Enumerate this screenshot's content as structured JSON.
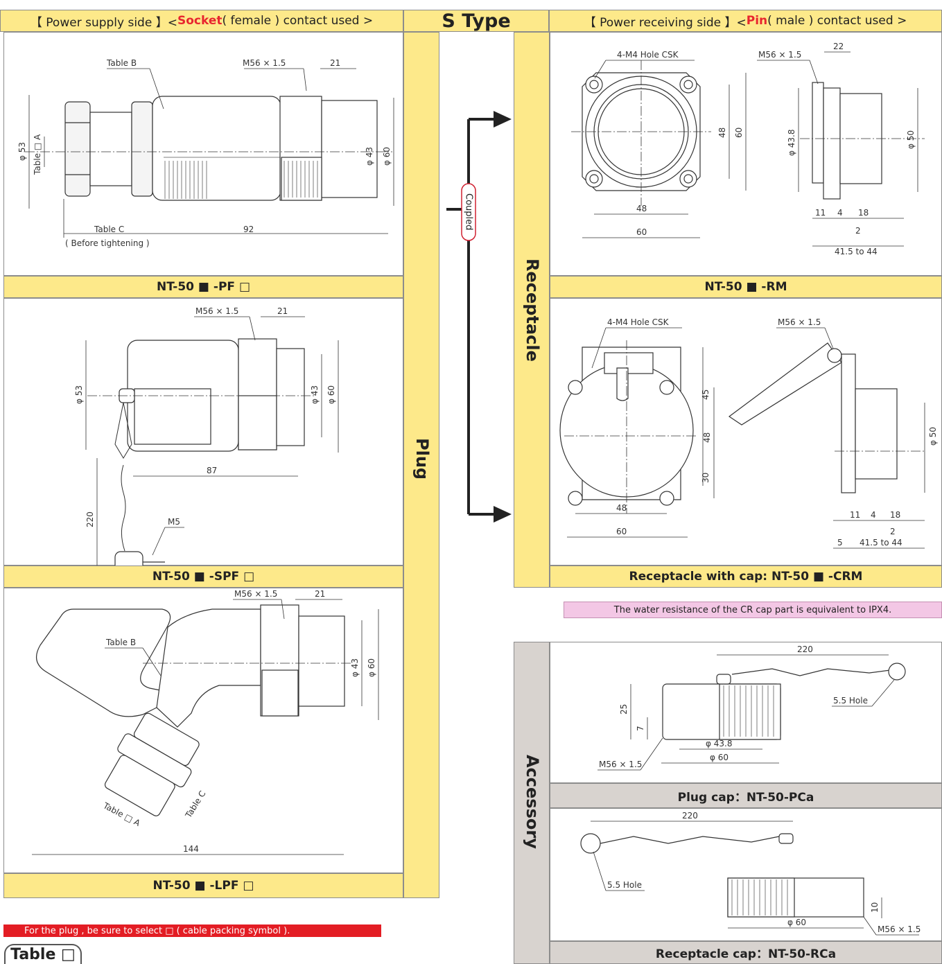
{
  "header": {
    "supply_prefix": "【 Power supply side 】< ",
    "supply_red": "Socket",
    "supply_suffix": " ( female ) contact used >",
    "type_title": "S Type",
    "receive_prefix": "【 Power receiving side 】< ",
    "receive_red": "Pin",
    "receive_suffix": " ( male ) contact used >"
  },
  "left_panels": [
    {
      "caption": "NT-50 ■ -PF □"
    },
    {
      "caption": "NT-50 ■ -SPF □"
    },
    {
      "caption": "NT-50 ■ -LPF □"
    }
  ],
  "right_panels": [
    {
      "caption": "NT-50 ■ -RM"
    },
    {
      "caption": "Receptacle with cap: NT-50 ■ -CRM"
    }
  ],
  "accessory_panels": [
    {
      "caption": "Plug cap：NT-50-PCa"
    },
    {
      "caption": "Receptacle cap：NT-50-RCa"
    }
  ],
  "vertical_labels": {
    "plug": "Plug",
    "receptacle": "Receptacle",
    "accessory": "Accessory",
    "coupled": "Coupled"
  },
  "dims": {
    "pf": {
      "table_b": "Table B",
      "thread": "M56 × 1.5",
      "d21": "21",
      "phi53": "φ 53",
      "table_a": "Table □ A",
      "phi43": "φ 43",
      "phi60": "φ 60",
      "table_c": "Table C",
      "before": "( Before tightening )",
      "d92": "92"
    },
    "spf": {
      "thread": "M56 × 1.5",
      "d21": "21",
      "phi53": "φ 53",
      "phi43": "φ 43",
      "phi60": "φ 60",
      "d87": "87",
      "d220": "220",
      "m5": "M5"
    },
    "lpf": {
      "thread": "M56 × 1.5",
      "d21": "21",
      "table_b": "Table B",
      "phi43": "φ 43",
      "phi60": "φ 60",
      "table_a": "Table □ A",
      "table_c": "Table C",
      "d144": "144"
    },
    "rm": {
      "hole": "4-M4 Hole CSK",
      "d48v": "48",
      "d60v": "60",
      "d48h": "48",
      "d60h": "60",
      "thread": "M56 × 1.5",
      "d22": "22",
      "phi438": "φ 43.8",
      "phi50": "φ 50",
      "d11": "11",
      "d4": "4",
      "d18": "18",
      "d2": "2",
      "range": "41.5 to 44"
    },
    "crm": {
      "hole": "4-M4 Hole CSK",
      "d45": "45",
      "d48v": "48",
      "d30": "30",
      "d48h": "48",
      "d60h": "60",
      "thread": "M56 × 1.5",
      "phi50": "φ 50",
      "d11": "11",
      "d4": "4",
      "d18": "18",
      "d2": "2",
      "d5": "5",
      "range": "41.5 to 44"
    },
    "pca": {
      "d220": "220",
      "hole": "5.5 Hole",
      "d25": "25",
      "d7": "7",
      "phi438": "φ 43.8",
      "phi60": "φ 60",
      "thread": "M56 × 1.5"
    },
    "rca": {
      "d220": "220",
      "hole": "5.5 Hole",
      "d10": "10",
      "phi60": "φ 60",
      "thread": "M56 × 1.5"
    }
  },
  "notes": {
    "plug_note": "For the plug , be sure to select □ ( cable packing symbol ).",
    "water_note": "The water resistance of the CR cap part is equivalent to IPX4.",
    "table_badge": "Table □"
  }
}
